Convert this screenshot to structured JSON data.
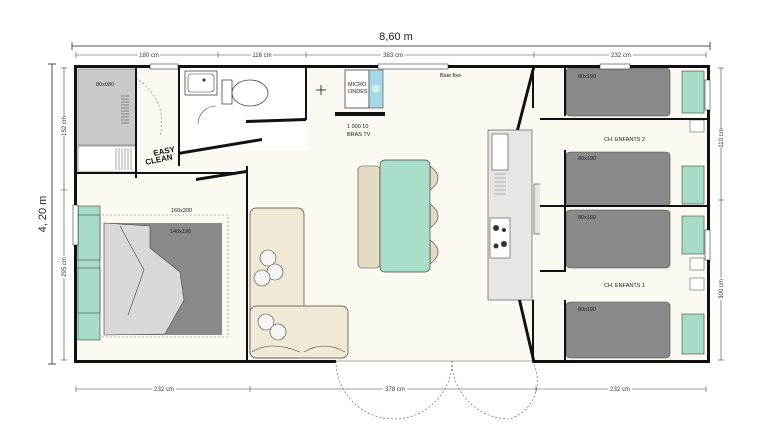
{
  "plan": {
    "overall_width": "8,60 m",
    "overall_height": "4, 20 m",
    "top_dims": [
      "180 cm",
      "116 cm",
      "383 cm",
      "232 cm"
    ],
    "bottom_dims": [
      "232 cm",
      "378 cm",
      "232 cm"
    ],
    "left_dims": [
      "152 cm",
      "295 cm"
    ],
    "right_dims": [
      "110 cm",
      "300 cm"
    ],
    "shower_size": "80x080",
    "easy_clean": [
      "EASY",
      "CLEAN"
    ],
    "micro_ondes": [
      "MICRO",
      "ONDES"
    ],
    "tv_label": [
      "1 000 10",
      "BRAS TV"
    ],
    "baie_fixe": "Baie fixe",
    "dashed_bed": "160x200",
    "master_bed": "140x190",
    "bunk_beds": [
      "80x190",
      "80x190",
      "80x190",
      "80x190"
    ],
    "room_enfants_2": "CH. ENFANTS 2",
    "room_enfants_1": "CH. ENFANTS 1"
  },
  "colors": {
    "wall": "#111111",
    "bed_grey": "#8a8a8a",
    "pillow_mint": "#a6dcc6",
    "table_mint": "#a9dfc9",
    "sofa_beige": "#efe9d6",
    "chair_beige": "#e4dcc2",
    "floor_cream": "#fbf9f2",
    "counter_grey": "#e8e6e2",
    "shower_grey": "#c8c8c8"
  }
}
